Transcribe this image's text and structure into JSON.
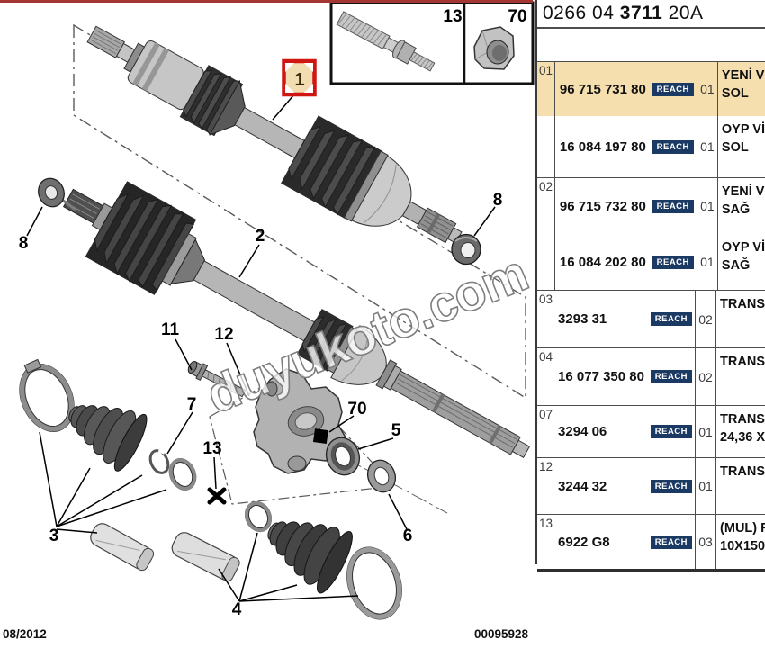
{
  "header": {
    "code_part1": "0266 04",
    "code_part2": "3711",
    "code_part3": "20A"
  },
  "footer": {
    "date": "08/2012",
    "number": "00095928"
  },
  "watermark": "duyukoto.com",
  "inset": {
    "stud_label": "13",
    "nut_label": "70"
  },
  "diagram": {
    "callouts": {
      "n1": "1",
      "n2": "2",
      "n3": "3",
      "n4": "4",
      "n5": "5",
      "n6": "6",
      "n7": "7",
      "n8_left": "8",
      "n8_right": "8",
      "n11": "11",
      "n12": "12",
      "n13": "13",
      "n70": "70"
    },
    "highlight_box_color": "#cf1613"
  },
  "table": {
    "reach_label": "REACH",
    "highlight_color": "#f6dfae",
    "reach_bg_color": "#1b3a63",
    "groups": [
      {
        "ref": "01",
        "rows": [
          {
            "part": "96 715 731 80",
            "qty": "01",
            "desc_line1": "YENİ V",
            "desc_line2": "SOL"
          },
          {
            "part": "16 084 197 80",
            "qty": "01",
            "desc_line1": "OYP Vİ",
            "desc_line2": "SOL"
          }
        ]
      },
      {
        "ref": "02",
        "rows": [
          {
            "part": "96 715 732 80",
            "qty": "01",
            "desc_line1": "YENİ V",
            "desc_line2": "SAĞ"
          },
          {
            "part": "16 084 202 80",
            "qty": "01",
            "desc_line1": "OYP Vİ",
            "desc_line2": "SAĞ"
          }
        ]
      },
      {
        "ref": "03",
        "rows": [
          {
            "part": "3293 31",
            "qty": "02",
            "desc_line1": "TRANS",
            "desc_line2": ""
          }
        ]
      },
      {
        "ref": "04",
        "rows": [
          {
            "part": "16 077 350 80",
            "qty": "02",
            "desc_line1": "TRANS",
            "desc_line2": ""
          }
        ]
      },
      {
        "ref": "07",
        "rows": [
          {
            "part": "3294 06",
            "qty": "01",
            "desc_line1": "TRANS",
            "desc_line2": "24,36 X"
          }
        ]
      },
      {
        "ref": "12",
        "rows": [
          {
            "part": "3244 32",
            "qty": "01",
            "desc_line1": "TRANS",
            "desc_line2": ""
          }
        ]
      },
      {
        "ref": "13",
        "rows": [
          {
            "part": "6922 G8",
            "qty": "03",
            "desc_line1": "(MUL) F",
            "desc_line2": "10X150"
          }
        ]
      }
    ]
  }
}
